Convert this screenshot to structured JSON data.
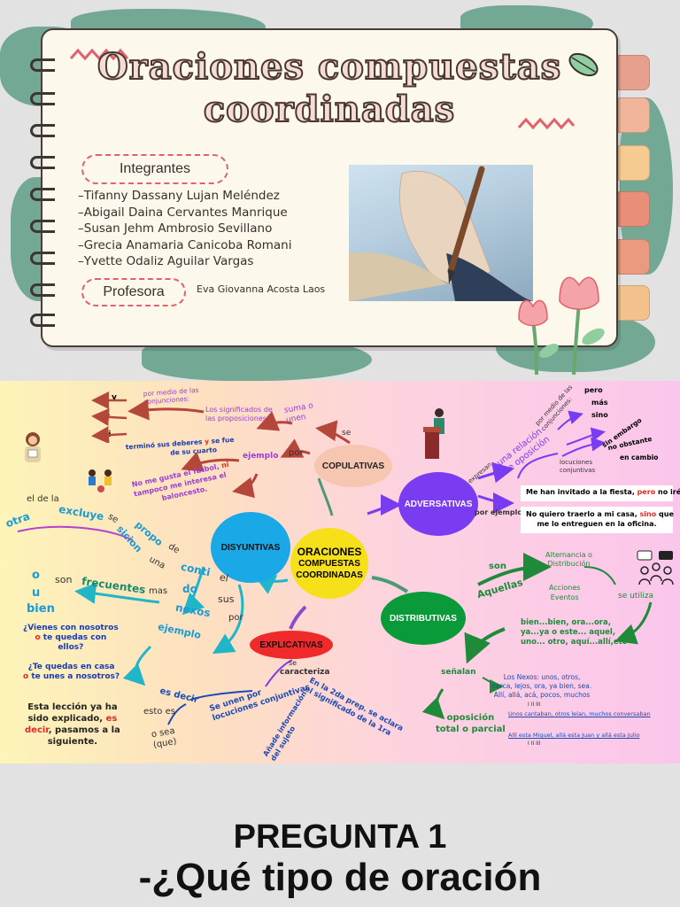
{
  "slide1": {
    "title_line1": "Oraciones compuestas",
    "title_line2": "coordinadas",
    "integrantes_label": "Integrantes",
    "members": [
      "–Tifanny Dassany Lujan Meléndez",
      "–Abigail Daina Cervantes Manrique",
      "–Susan Jehm Ambrosio Sevillano",
      "–Grecia Anamaria Canicoba  Romani",
      "–Yvette Odaliz Aguilar Vargas"
    ],
    "profesora_label": "Profesora",
    "profesora_name": "Eva Giovanna Acosta Laos"
  },
  "mindmap": {
    "center": [
      "ORACIONES",
      "COMPUESTAS",
      "COORDINADAS"
    ],
    "copulativas": "COPULATIVAS",
    "adversativas": "ADVERSATIVAS",
    "disyuntivas": "DISYUNTIVAS",
    "distributivas": "DISTRIBUTIVAS",
    "explicativas": "EXPLICATIVAS",
    "cop": {
      "se": "se",
      "por": "por",
      "suma_o": "suma o",
      "unen": "unen",
      "sig": "Los significados de",
      "sig2": "las proposiciones",
      "medio": "por medio de las",
      "medio2": "conjunciones:",
      "y": "y",
      "e": "e",
      "ni": "ni",
      "ejemplo": "ejemplo",
      "ex1a": "terminó sus deberes",
      "ex1y": "y",
      "ex1b": "se fue",
      "ex1c": "de su cuarto",
      "ex2a": "No me gusta el fútbol,",
      "ex2ni": "ni",
      "ex2b": "tampoco me interesa el",
      "ex2c": "baloncesto."
    },
    "adv": {
      "expresan": "expresan",
      "relacion": "una relación",
      "oposicion": "de oposición",
      "por_medio": "por medio de las",
      "conjunciones": "conjunciones:",
      "pero": "pero",
      "mas": "más",
      "sino": "sino",
      "sin_embargo": "sin embargo",
      "no_obstante": "no obstante",
      "en_cambio": "en cambio",
      "locuciones": "locuciones",
      "conjuntivas": "conjuntivas",
      "por_ejemplo": "por ejemplo:",
      "ex1a": "Me han invitado a la fiesta,",
      "ex1b": "pero",
      "ex1c": "no iré.",
      "ex2a": "No quiero traerlo a mi casa,",
      "ex2b": "sino",
      "ex2c": "que",
      "ex2d": "me lo entreguen en la oficina."
    },
    "dis": {
      "el_de_la": "el de la",
      "otra": "otra",
      "excluye": "excluye",
      "se": "se",
      "sicion": "sicion",
      "propo": "propo",
      "de": "de",
      "una": "una",
      "conti": "conti",
      "nexos_do": "do",
      "el": "el",
      "sus": "sus",
      "por": "por",
      "son": "son",
      "o": "o",
      "u": "u",
      "bien": "bien",
      "frecuentes": "frecuentes",
      "mas": "mas",
      "nexos": "nexos",
      "ejemplo": "ejemplo",
      "ex1a": "¿Vienes con nosotros",
      "ex1o": "o",
      "ex1b": "te quedas con",
      "ex1c": "ellos?",
      "ex2a": "¿Te quedas en casa",
      "ex2o": "o",
      "ex2b": "te unes a nosotros?"
    },
    "exp": {
      "se": "se",
      "caracteriza": "caracteriza",
      "se_unen_por": "Se unen por",
      "locuciones": "locuciones conjuntivas",
      "es_decir": "es decir",
      "esto_es": "esto es",
      "o_sea": "o sea",
      "que": "(que)",
      "ex1": "Esta lección ya ha",
      "ex2": "sido explicado,",
      "ex_red": "es",
      "ex3red": "decir",
      "ex3": ", pasamos a la",
      "ex4": "siguiente.",
      "anade1": "Añade información",
      "anade2": "del sujeto",
      "aclara1": "En la 2da prep. se aclara",
      "aclara2": "el significado de la 1ra"
    },
    "dist": {
      "son": "son",
      "aquellas": "Aquellas",
      "alternancia": "Alternancia o",
      "distribucion": "Distribución",
      "acciones": "Acciones",
      "eventos": "Eventos",
      "se_utiliza": "se utiliza",
      "n1": "bien...bien, ora...ora,",
      "n2": "ya...ya o este... aquel,",
      "n3": "uno... otro, aquí...allí,etc",
      "senalan": "señalan",
      "nexos1": "Los Nexos: unos,  otros,",
      "nexos2": "cerca, lejos, ora, ya bien, sea.",
      "nexos3": "Allí, allá, acá, pocos, muchos",
      "oposicion": "oposición",
      "total": "total o parcial",
      "ex1": "Unos cantaban, otros leían, muchos conversaban",
      "ex2": "Allí esta Miguel, allá esta Juan y allá esta Julio",
      "marks1": "I          II           III",
      "marks2": "I          II           III"
    }
  },
  "question": {
    "label": "PREGUNTA 1",
    "text": "-¿Qué tipo de oración"
  },
  "colors": {
    "coral": "#e0626a",
    "dark_brown": "#4b3630",
    "copulativas": "#f7c6b0",
    "adversativas": "#7a3cf0",
    "disyuntivas": "#1aa8e6",
    "distributivas": "#0a9a3a",
    "explicativas": "#f02a2a",
    "center": "#f6e01a"
  }
}
